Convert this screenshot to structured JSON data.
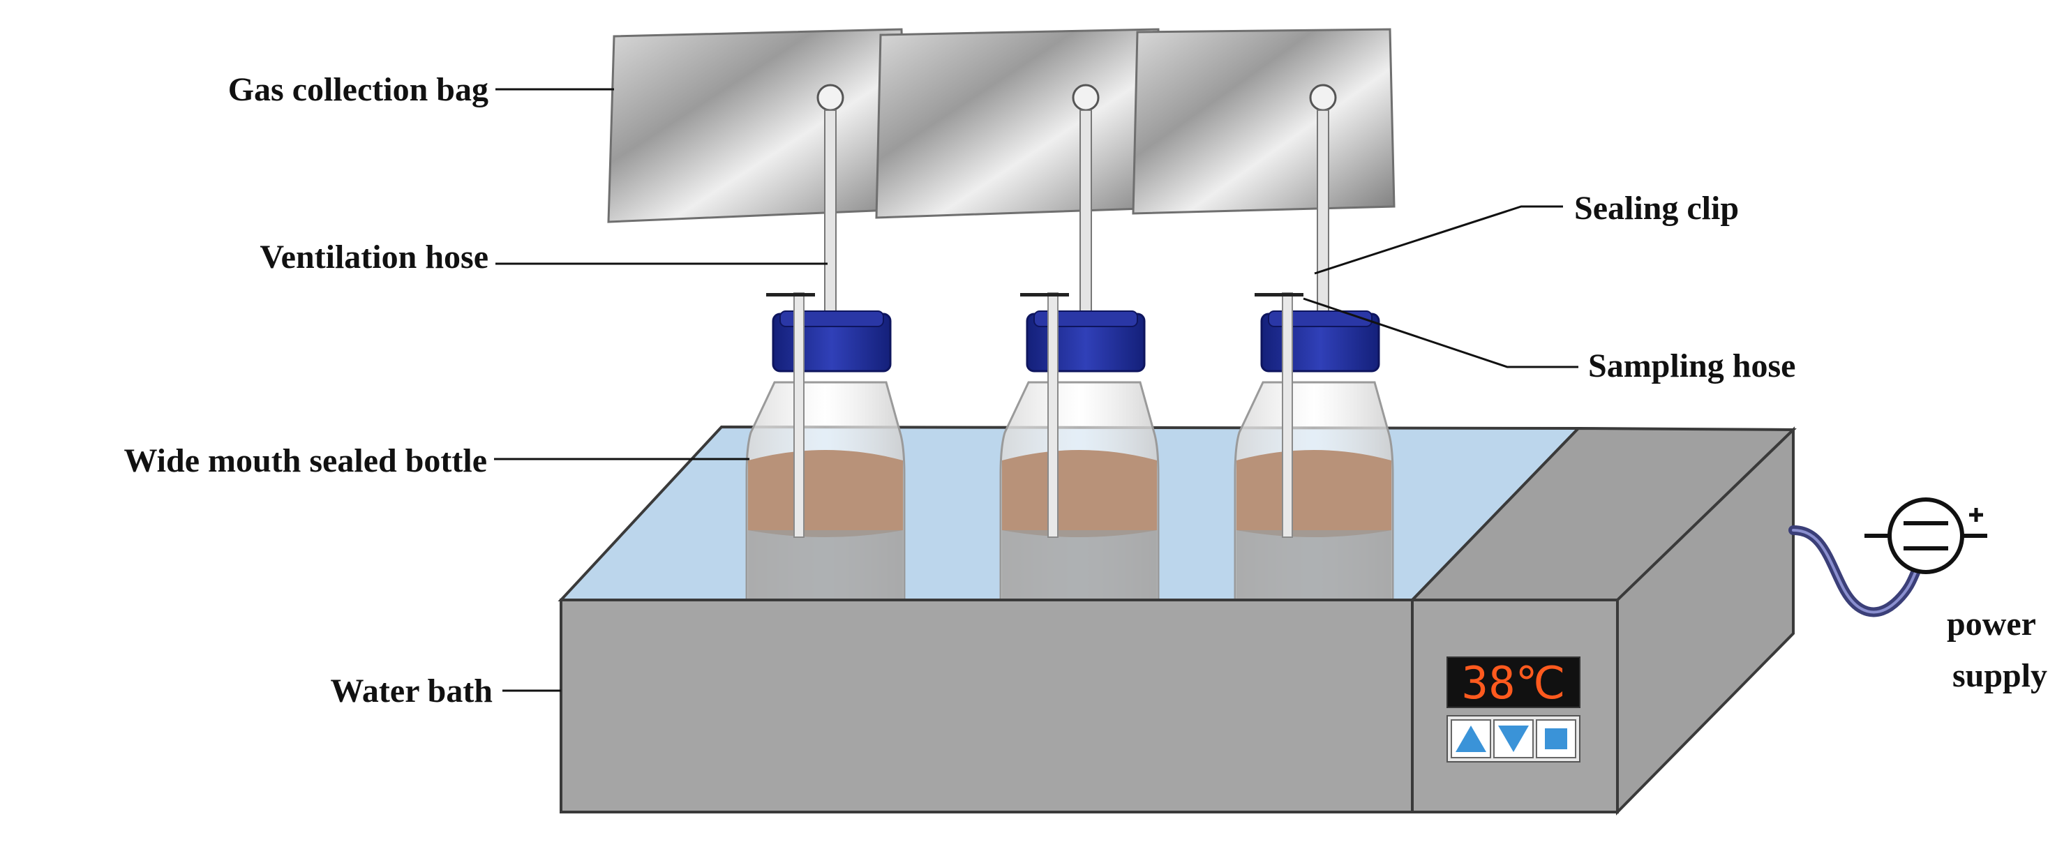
{
  "labels": {
    "gas_collection_bag": "Gas collection bag",
    "ventilation_hose": "Ventilation hose",
    "wide_mouth_sealed_bottle": "Wide mouth sealed bottle",
    "water_bath": "Water bath",
    "sealing_clip": "Sealing clip",
    "sampling_hose": "Sampling hose",
    "power": "power",
    "supply": "supply"
  },
  "controller": {
    "temperature": "38℃",
    "buttons": [
      "up-arrow-icon",
      "down-arrow-icon",
      "stop-square-icon"
    ]
  },
  "colors": {
    "bath_body": "#a5a5a5",
    "bath_water": "#bcd6ec",
    "cap": "#1f2a8c",
    "sediment": "#b89279",
    "display_text": "#ff5a1e",
    "button": "#3a93d8"
  },
  "icons": {
    "power_supply": "dc-power-source-icon"
  }
}
